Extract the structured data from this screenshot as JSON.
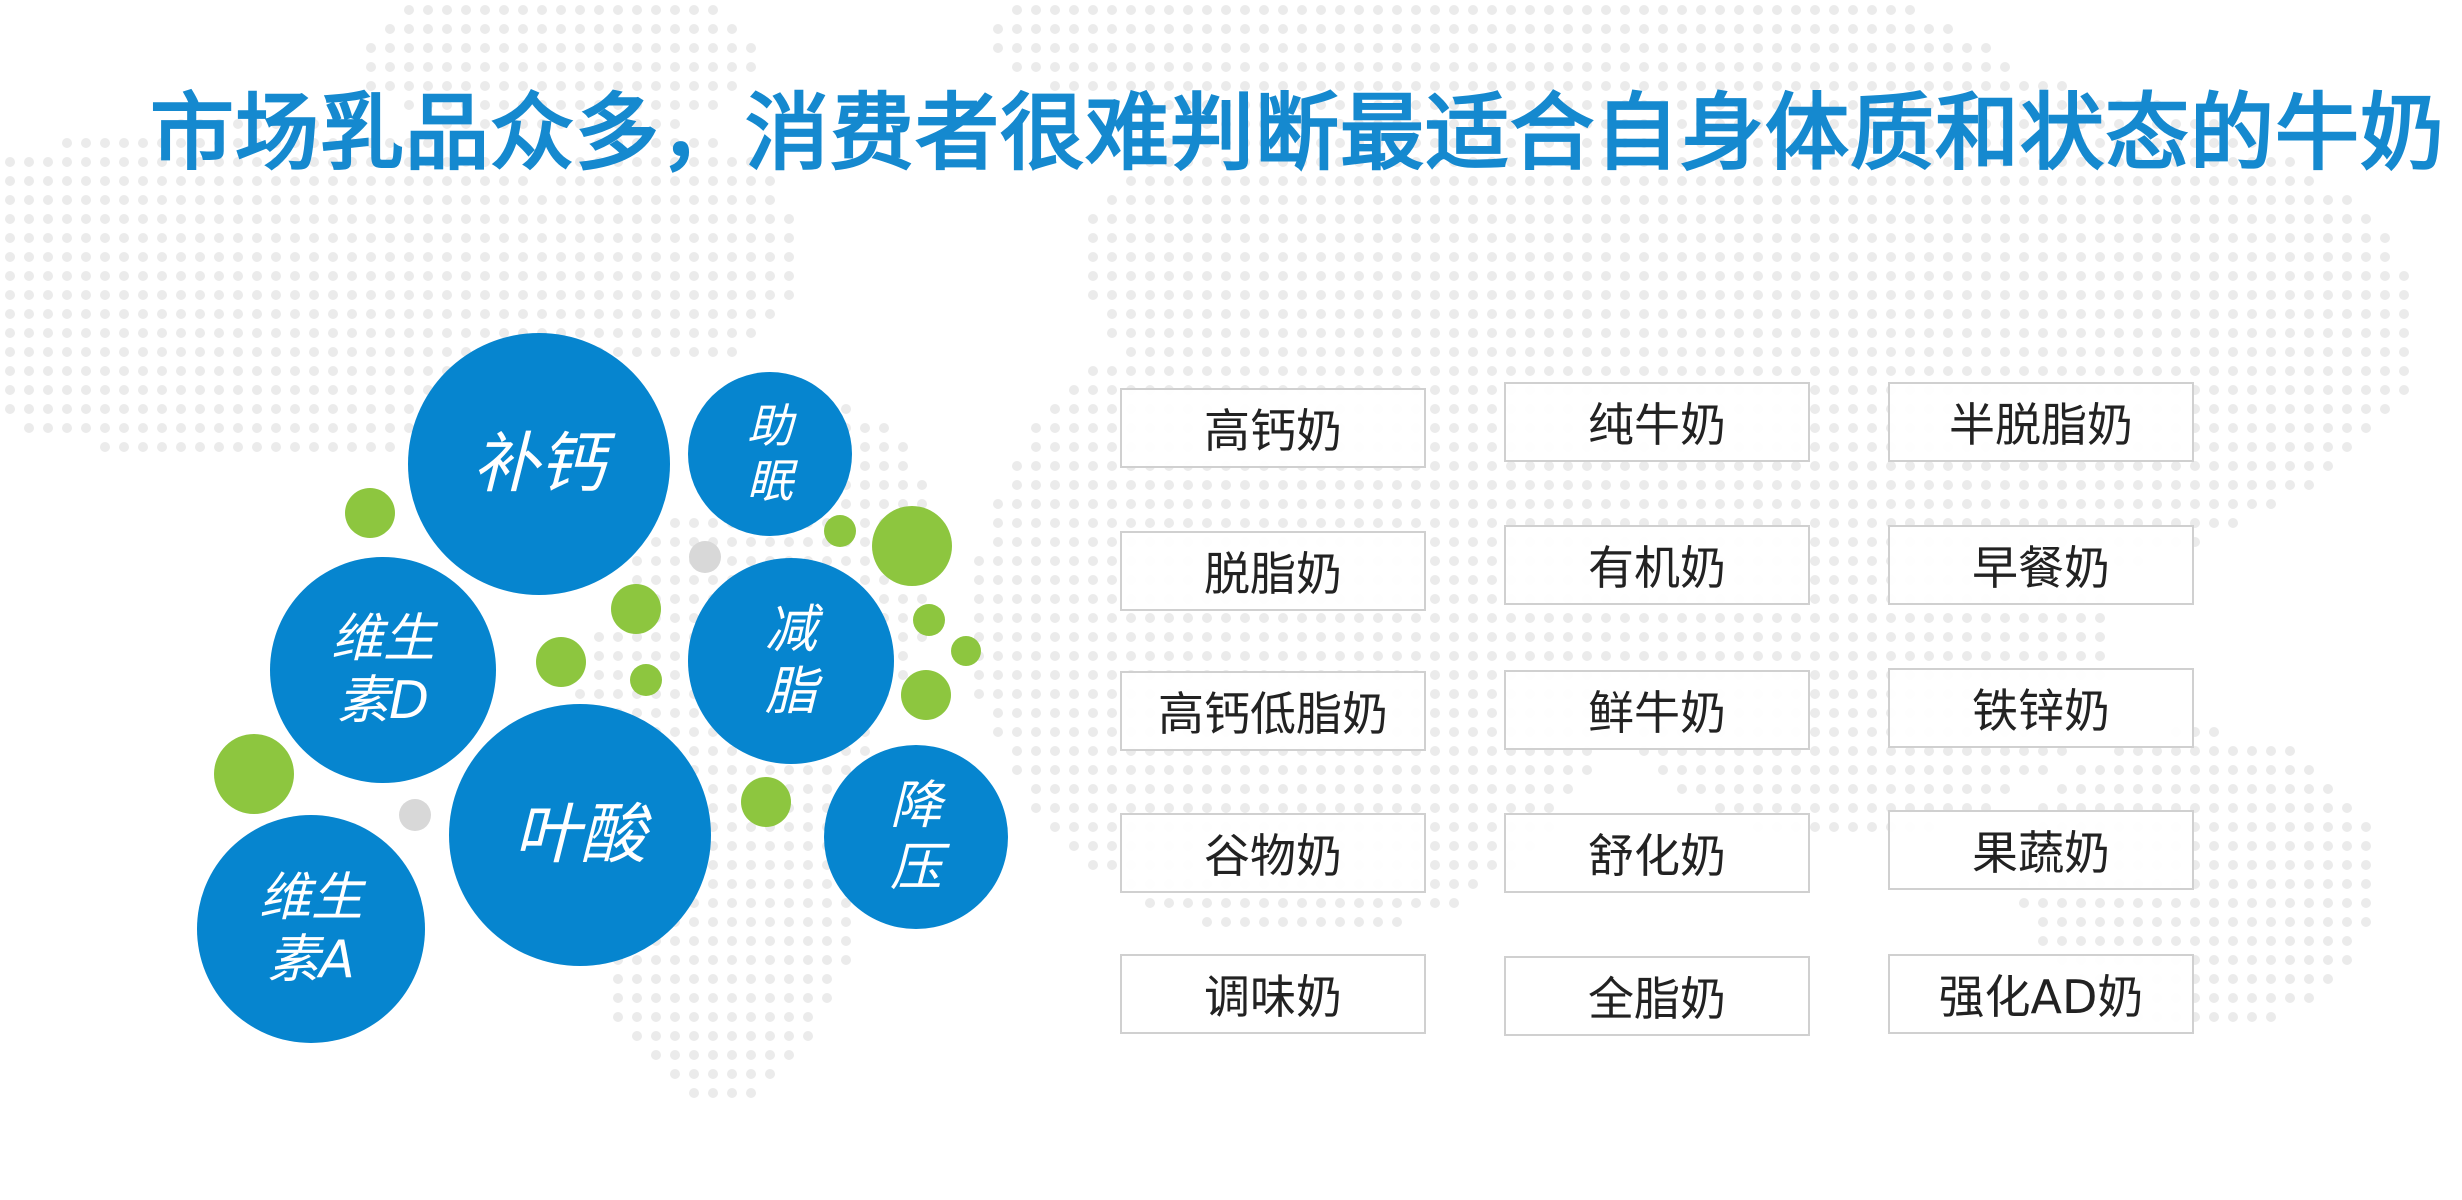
{
  "title": "市场乳品众多，消费者很难判断最适合自身体质和状态的牛奶",
  "colors": {
    "title": "#1589cf",
    "bubble": "#0685cf",
    "accent_green": "#8dc63f",
    "accent_grey": "#d8d8d8",
    "tag_border": "#d0d0d0",
    "map_dots": "#ebebeb"
  },
  "benefits": [
    {
      "label": "补钙"
    },
    {
      "label": "助\n眠"
    },
    {
      "label": "维生\n素D"
    },
    {
      "label": "减\n脂"
    },
    {
      "label": "叶酸"
    },
    {
      "label": "降\n压"
    },
    {
      "label": "维生\n素A"
    }
  ],
  "milk_types": [
    [
      "高钙奶",
      "纯牛奶",
      "半脱脂奶"
    ],
    [
      "脱脂奶",
      "有机奶",
      "早餐奶"
    ],
    [
      "高钙低脂奶",
      "鲜牛奶",
      "铁锌奶"
    ],
    [
      "谷物奶",
      "舒化奶",
      "果蔬奶"
    ],
    [
      "调味奶",
      "全脂奶",
      "强化AD奶"
    ]
  ]
}
